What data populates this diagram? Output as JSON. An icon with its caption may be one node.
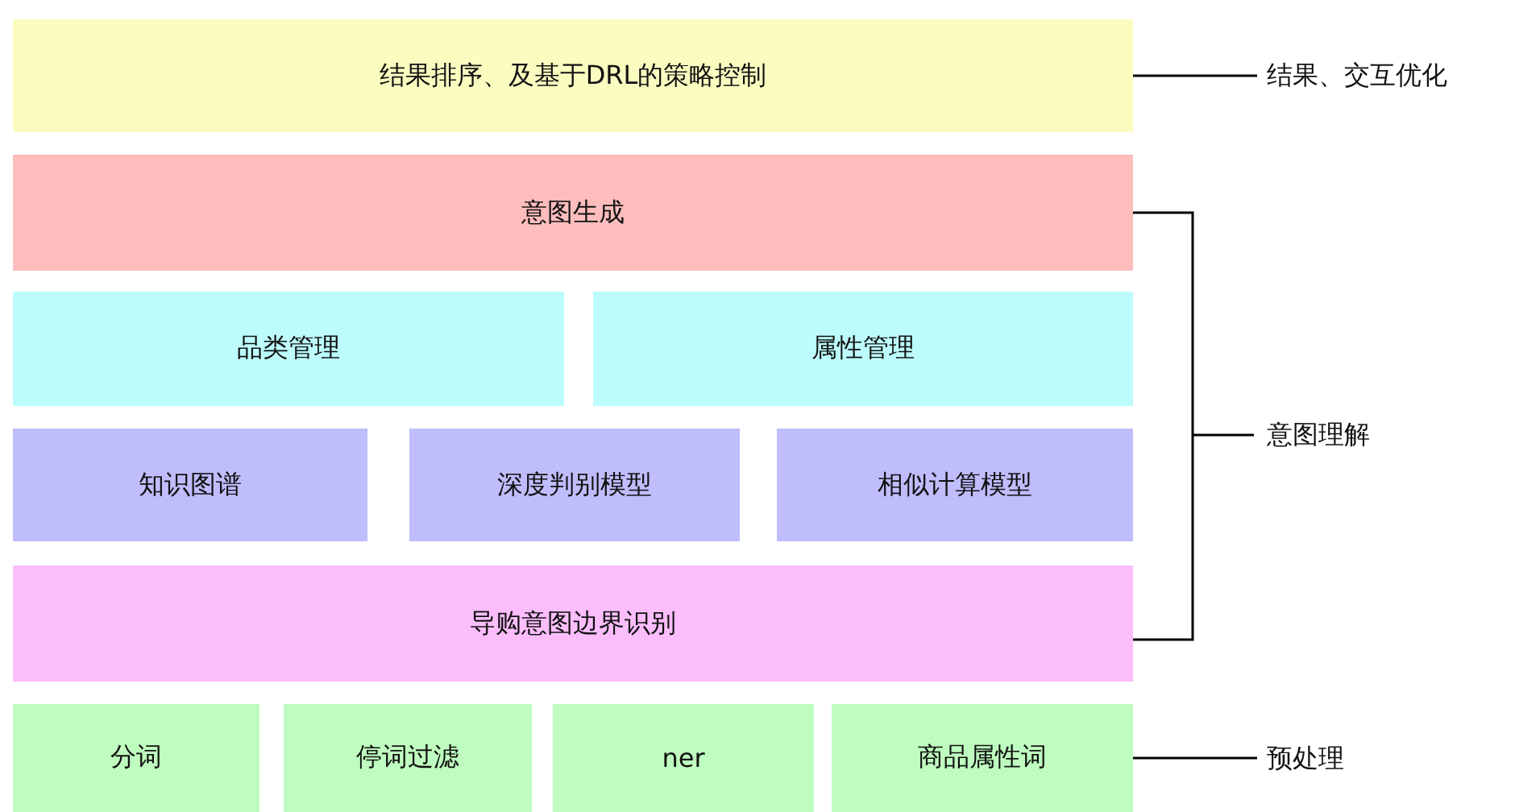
{
  "diagram": {
    "nodes": [
      {
        "text": [
          "结果排序、及基于DRL的策略控制"
        ]
      },
      {
        "text": [
          "意图生成"
        ]
      },
      {
        "text": [
          "品类管理"
        ]
      },
      {
        "text": [
          "属性管理"
        ]
      },
      {
        "text": [
          "知识图谱"
        ]
      },
      {
        "text": [
          "深度判别模型"
        ]
      },
      {
        "text": [
          "相似计算模型"
        ]
      },
      {
        "text": [
          "导购意图边界识别"
        ]
      },
      {
        "text": [
          "分词"
        ]
      },
      {
        "text": [
          "停词过滤"
        ]
      },
      {
        "text": [
          "ner"
        ]
      },
      {
        "text": [
          "商品属性词"
        ]
      },
      {
        "text": [
          "结果、交互优化"
        ]
      },
      {
        "text": [
          "预处理"
        ]
      }
    ],
    "edges": [
      {
        "from": 12,
        "to": 0,
        "arrow": "none"
      },
      {
        "from": 13,
        "to": 11,
        "arrow": "none"
      }
    ],
    "labels": [
      "意图理解"
    ]
  }
}
